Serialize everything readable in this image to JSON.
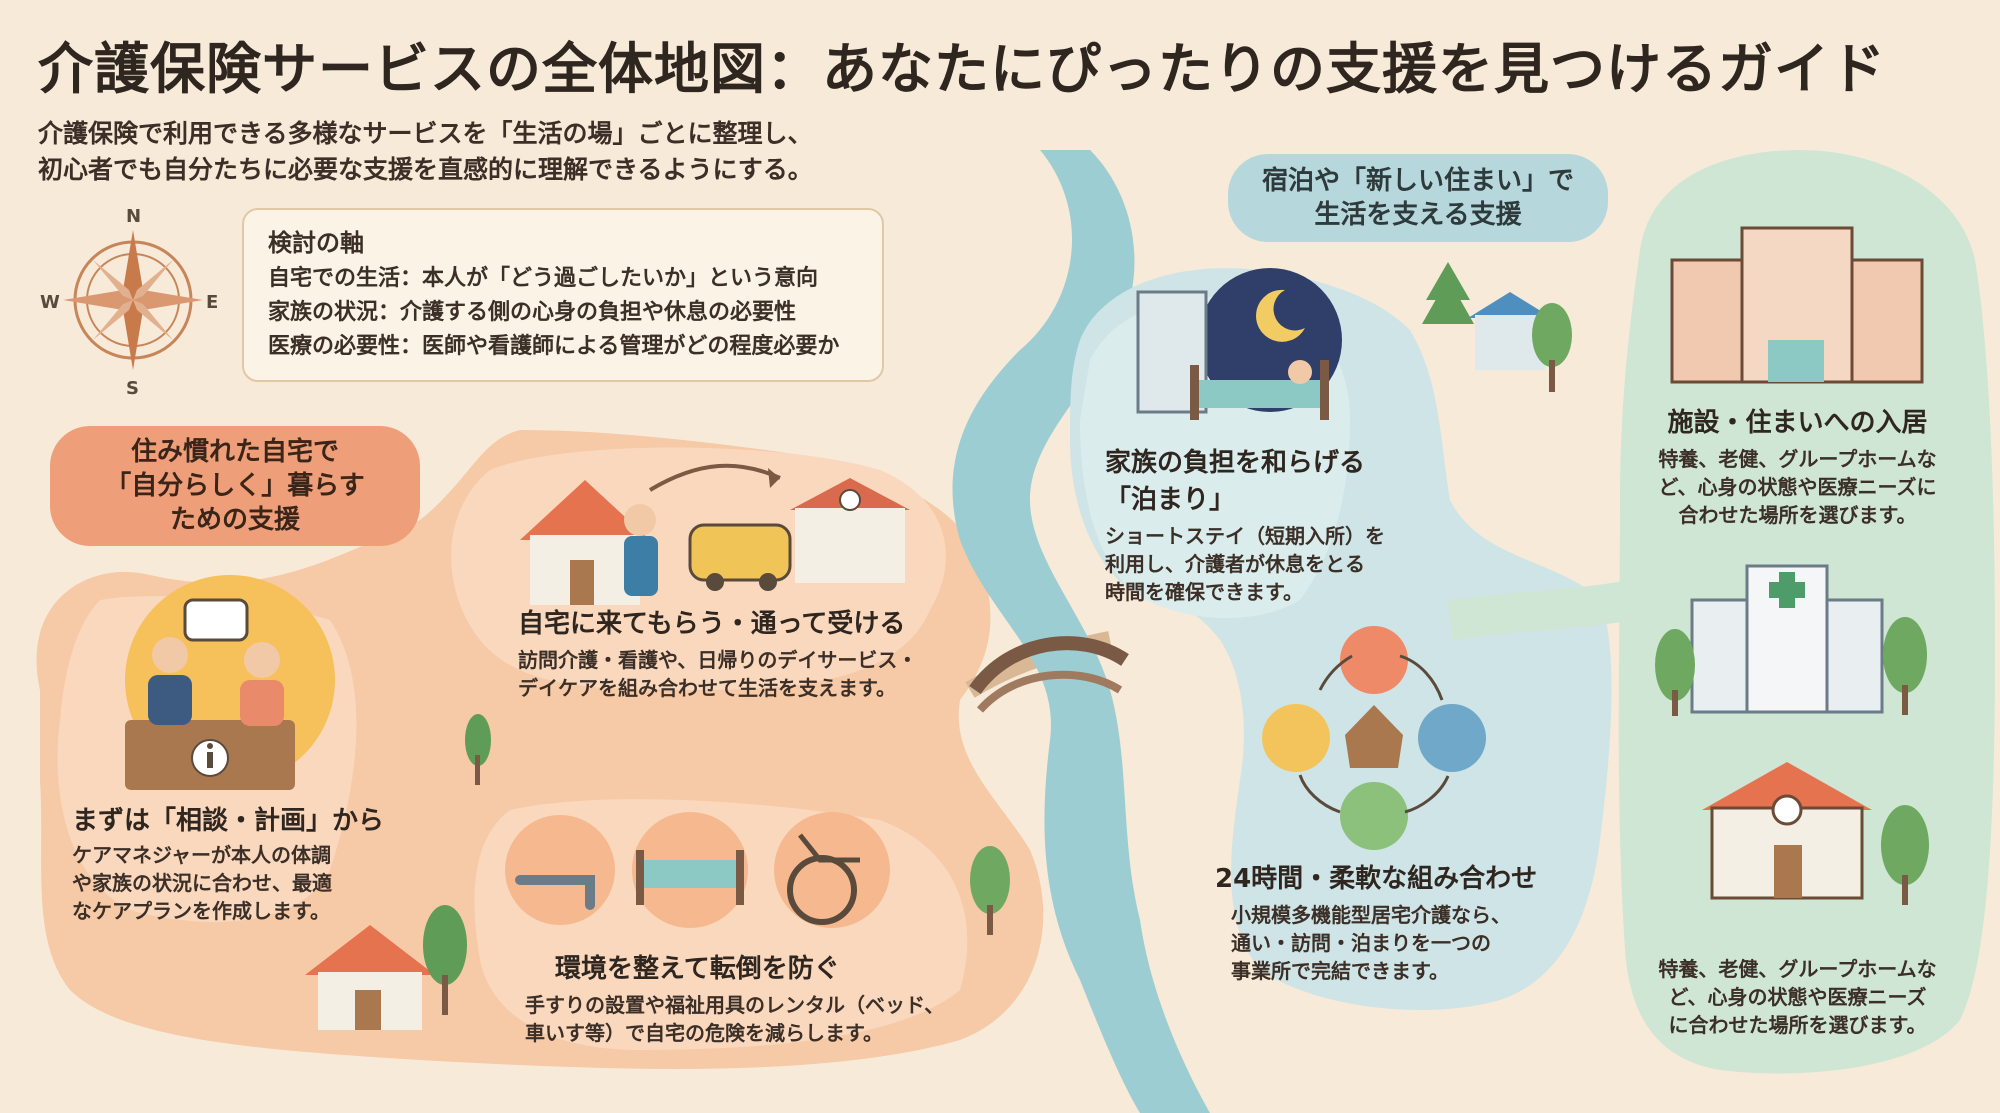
{
  "title": "介護保険サービスの全体地図：あなたにぴったりの支援を見つけるガイド",
  "subtitle": {
    "line1": "介護保険で利用できる多様なサービスを「生活の場」ごとに整理し、",
    "line2": "初心者でも自分たちに必要な支援を直感的に理解できるようにする。"
  },
  "compass": {
    "n": "N",
    "s": "S",
    "e": "E",
    "w": "W"
  },
  "axis": {
    "heading": "検討の軸",
    "items": [
      "自宅での生活：本人が「どう過ごしたいか」という意向",
      "家族の状況：介護する側の心身の負担や休息の必要性",
      "医療の必要性：医師や看護師による管理がどの程度必要か"
    ]
  },
  "zones": {
    "home": {
      "lines": [
        "住み慣れた自宅で",
        "「自分らしく」暮らす",
        "ための支援"
      ]
    },
    "stay": {
      "lines": [
        "宿泊や「新しい住まい」で",
        "生活を支える支援"
      ]
    }
  },
  "sections": {
    "consult": {
      "heading": "まずは「相談・計画」から",
      "lines": [
        "ケアマネジャーが本人の体調",
        "や家族の状況に合わせ、最適",
        "なケアプランを作成します。"
      ]
    },
    "visit": {
      "heading": "自宅に来てもらう・通って受ける",
      "lines": [
        "訪問介護・看護や、日帰りのデイサービス・",
        "デイケアを組み合わせて生活を支えます。"
      ]
    },
    "environment": {
      "heading": "環境を整えて転倒を防ぐ",
      "lines": [
        "手すりの設置や福祉用具のレンタル（ベッド、",
        "車いす等）で自宅の危険を減らします。"
      ]
    },
    "shortstay": {
      "heading_lines": [
        "家族の負担を和らげる",
        "「泊まり」"
      ],
      "lines": [
        "ショートステイ（短期入所）を",
        "利用し、介護者が休息をとる",
        "時間を確保できます。"
      ]
    },
    "flexible": {
      "heading": "24時間・柔軟な組み合わせ",
      "lines": [
        "小規模多機能型居宅介護なら、",
        "通い・訪問・泊まりを一つの",
        "事業所で完結できます。"
      ]
    },
    "facility": {
      "heading": "施設・住まいへの入居",
      "lines": [
        "特養、老健、グループホームな",
        "ど、心身の状態や医療ニーズに",
        "合わせた場所を選びます。"
      ]
    },
    "facility_repeat": {
      "lines": [
        "特養、老健、グループホームな",
        "ど、心身の状態や医療ニーズ",
        "に合わせた場所を選びます。"
      ]
    }
  },
  "colors": {
    "background": "#f7ead8",
    "home_zone": "#f6c9a7",
    "home_pill": "#ee9f7a",
    "stay_zone": "#cfe4e6",
    "stay_pill": "#b6d8dc",
    "facility_zone": "#cfe6d4",
    "river": "#9ccdd3"
  },
  "icons": [
    "compass-rose-icon",
    "house-icon",
    "caregiver-icon",
    "arrow-icon",
    "bus-icon",
    "day-center-icon",
    "counselor-meeting-icon",
    "info-icon",
    "handrail-icon",
    "care-bed-icon",
    "wheelchair-icon",
    "night-moon-icon",
    "hospital-bed-icon",
    "cycle-icon",
    "building-icon",
    "hospital-icon",
    "tree-icon",
    "bridge-icon"
  ]
}
